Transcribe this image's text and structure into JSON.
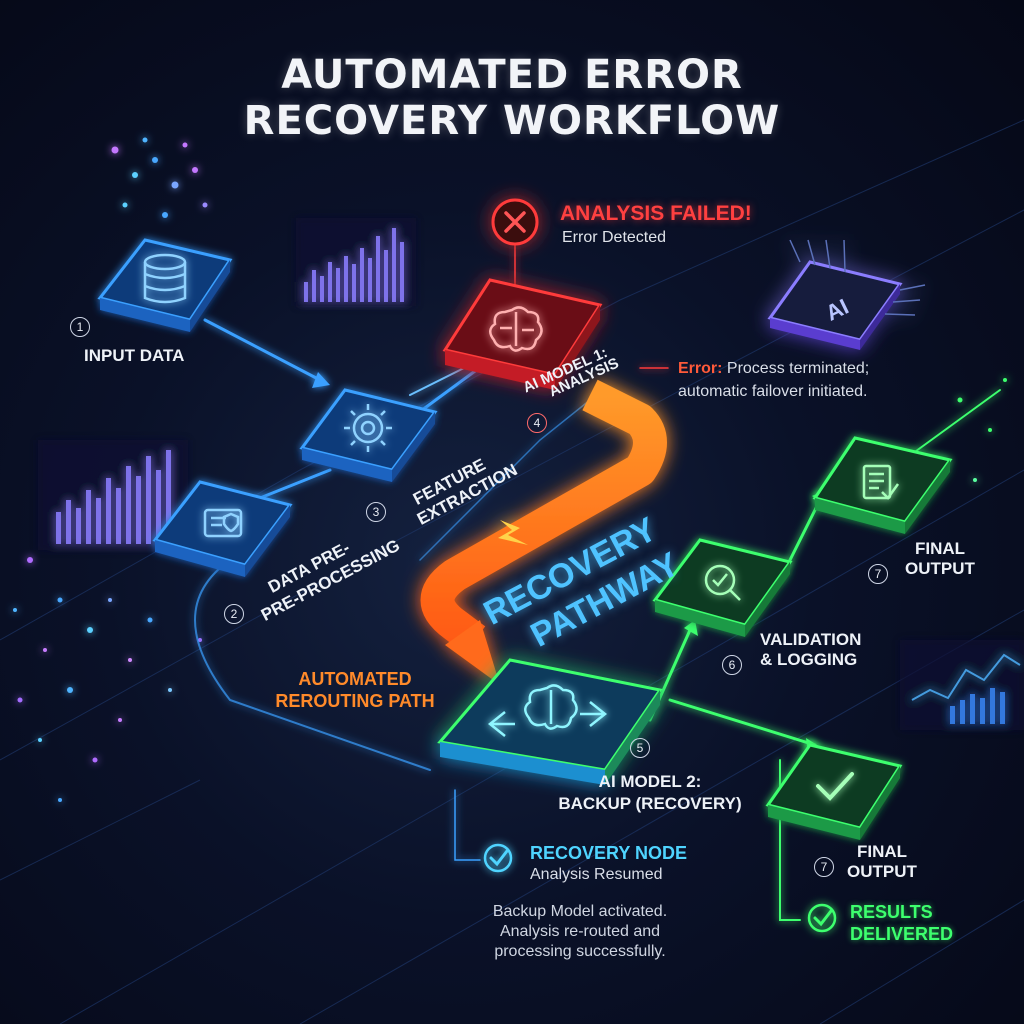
{
  "title": {
    "line1": "AUTOMATED ERROR",
    "line2": "RECOVERY WORKFLOW"
  },
  "colors": {
    "blue": "#3aa0ff",
    "red": "#ff3b3b",
    "orange": "#ff7a1f",
    "green": "#3dff6e",
    "cyan": "#4fd4ff"
  },
  "nodes": {
    "input": {
      "num": "1",
      "label": "INPUT DATA",
      "icon": "database-icon"
    },
    "preprocess": {
      "num": "2",
      "label1": "DATA PRE-",
      "label2": "PRE-PROCESSING",
      "icon": "document-shield-icon"
    },
    "feature": {
      "num": "3",
      "label1": "FEATURE",
      "label2": "EXTRACTION",
      "icon": "gear-search-icon"
    },
    "model1": {
      "num": "4",
      "label1": "AI MODEL 1:",
      "label2": "ANALYSIS",
      "icon": "brain-icon"
    },
    "model2": {
      "num": "5",
      "label1": "AI MODEL 2:",
      "label2": "BACKUP (RECOVERY)",
      "icon": "brain-arrows-icon"
    },
    "validation": {
      "num": "6",
      "label1": "VALIDATION",
      "label2": "& LOGGING",
      "icon": "magnifier-check-icon"
    },
    "output_top": {
      "num": "7",
      "label1": "FINAL",
      "label2": "OUTPUT",
      "icon": "document-check-icon"
    },
    "output_bottom": {
      "num": "7",
      "label1": "FINAL",
      "label2": "OUTPUT",
      "icon": "checkmark-icon"
    },
    "ai_chip": {
      "label": "AI",
      "icon": "ai-chip-icon"
    }
  },
  "error": {
    "title": "ANALYSIS FAILED!",
    "subtitle": "Error Detected",
    "note_prefix": "Error:",
    "note_line1": "Process terminated;",
    "note_line2": "automatic failover initiated."
  },
  "recovery": {
    "pathway1": "RECOVERY",
    "pathway2": "PATHWAY",
    "reroute1": "AUTOMATED",
    "reroute2": "REROUTING PATH",
    "node_title": "RECOVERY NODE",
    "node_subtitle": "Analysis Resumed",
    "desc1": "Backup Model activated.",
    "desc2": "Analysis re-routed and",
    "desc3": "processing successfully."
  },
  "results": {
    "label1": "RESULTS",
    "label2": "DELIVERED"
  }
}
